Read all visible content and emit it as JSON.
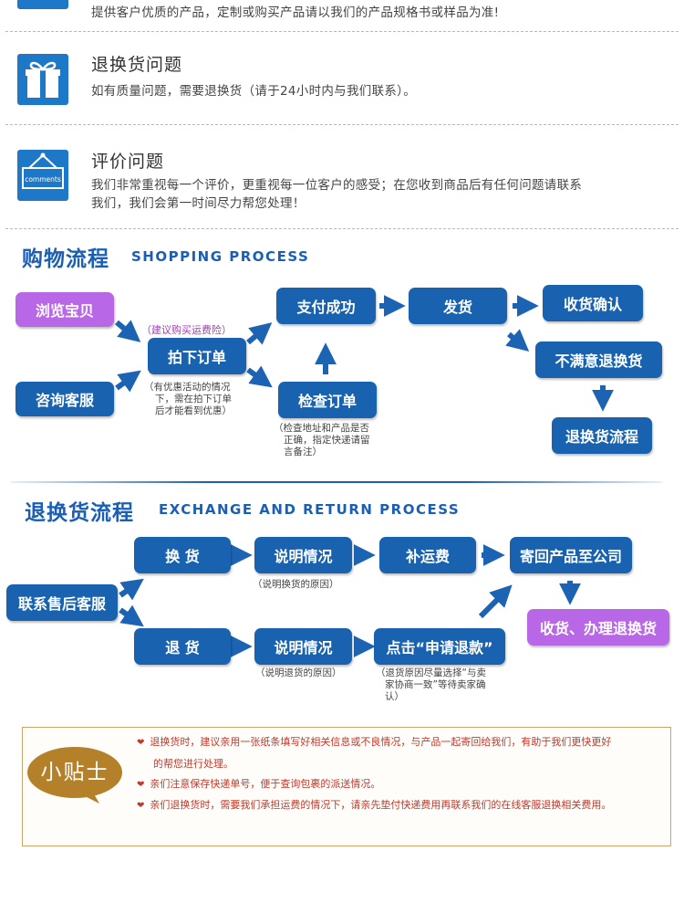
{
  "top_line": "提供客户优质的产品，定制或购买产品请以我们的产品规格书或样品为准!",
  "sections": [
    {
      "title": "退换货问题",
      "text": "如有质量问题，需要退换货（请于24小时内与我们联系）。"
    },
    {
      "title": "评价问题",
      "text1": "我们非常重视每一个评价，更重视每一位客户的感受；在您收到商品后有任何问题请联系",
      "text2": "我们，我们会第一时间尽力帮您处理！",
      "icon_label": "comments"
    }
  ],
  "shopping": {
    "title_cn": "购物流程",
    "title_en": "SHOPPING PROCESS",
    "browse": "浏览宝贝",
    "consult": "咨询客服",
    "order": "拍下订单",
    "pay": "支付成功",
    "ship": "发货",
    "receive": "收货确认",
    "unsatisfied": "不满意退换货",
    "return_flow": "退换货流程",
    "check": "检查订单",
    "note_shipping": "（建议购买运费险）",
    "note_discount_1": "（有优惠活动的情况",
    "note_discount_2": "下，需在拍下订单",
    "note_discount_3": "后才能看到优惠）",
    "note_check_1": "（检查地址和产品是否",
    "note_check_2": "正确，指定快递请留",
    "note_check_3": "言备注）"
  },
  "exchange": {
    "title_cn": "退换货流程",
    "title_en": "EXCHANGE AND RETURN PROCESS",
    "contact": "联系售后客服",
    "swap": "换  货",
    "explain1": "说明情况",
    "fee": "补运费",
    "send_back": "寄回产品至公司",
    "refund_goods": "退  货",
    "explain2": "说明情况",
    "apply": "点击“申请退款”",
    "done": "收货、办理退换货",
    "note_swap": "（说明换货的原因）",
    "note_return": "（说明退货的原因）",
    "note_apply_1": "（退货原因尽量选择“与卖",
    "note_apply_2": "家协商一致”等待卖家确",
    "note_apply_3": "认）"
  },
  "tips": {
    "badge": "小贴士",
    "items": [
      "退换货时，建议亲用一张纸条填写好相关信息或不良情况，与产品一起寄回给我们，有助于我们更快更好",
      "的帮您进行处理。",
      "亲们注意保存快递单号，便于查询包裹的派送情况。",
      "亲们退换货时，需要我们承担运费的情况下，请亲先垫付快递费用再联系我们的在线客服退换相关费用。"
    ]
  },
  "colors": {
    "accent": "#1862b0",
    "purple": "#b867e6",
    "title_blue": "#1a5fb4",
    "tip_red": "#c0392b",
    "badge_brown": "#b5802a"
  }
}
